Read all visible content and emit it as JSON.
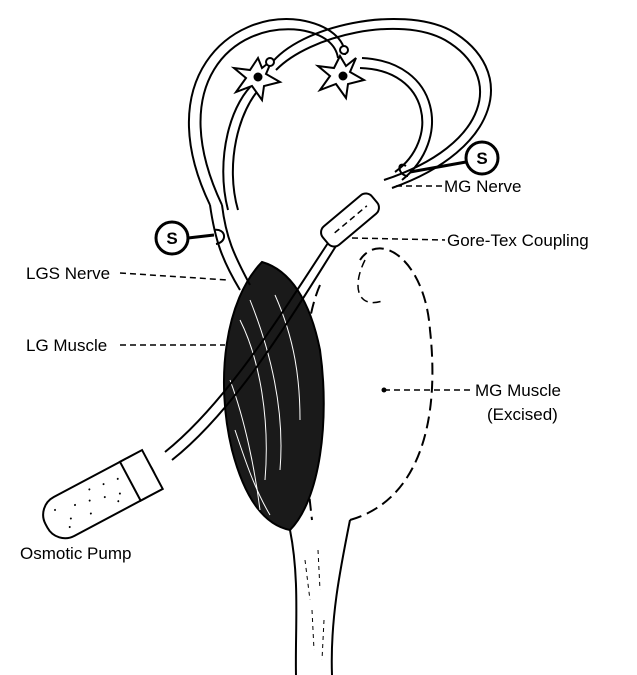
{
  "labels": {
    "mg_nerve": "MG Nerve",
    "gore_tex_coupling": "Gore-Tex Coupling",
    "lgs_nerve": "LGS Nerve",
    "lg_muscle": "LG Muscle",
    "mg_muscle_line1": "MG Muscle",
    "mg_muscle_line2": "(Excised)",
    "osmotic_pump": "Osmotic Pump",
    "stimulator_left": "S",
    "stimulator_right": "S"
  }
}
